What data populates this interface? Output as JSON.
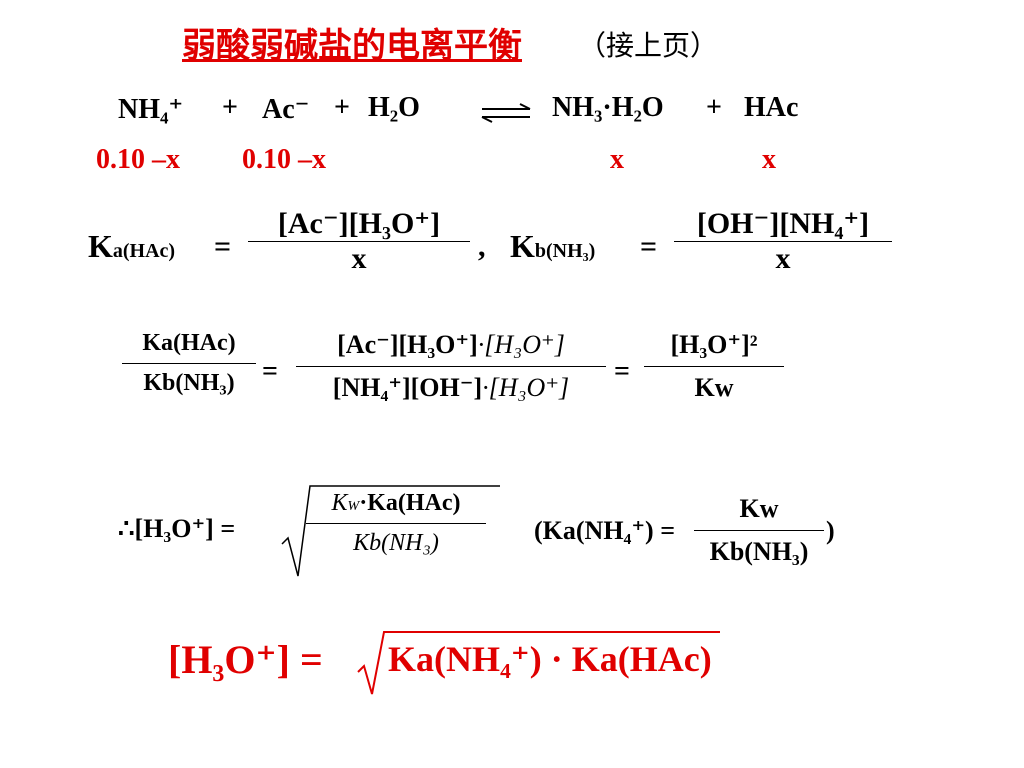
{
  "title": {
    "main": "弱酸弱碱盐的电离平衡",
    "suffix": "（接上页）"
  },
  "reaction": {
    "reactant1": "NH₄⁺",
    "plus1": "+",
    "reactant2": "Ac⁻",
    "plus2": "+",
    "reactant3": "H₂O",
    "product1": "NH₃·H₂O",
    "plus3": "+",
    "product2": "HAc"
  },
  "equilibrium": {
    "c1": "0.10 –x",
    "c2": "0.10 –x",
    "c3": "x",
    "c4": "x"
  },
  "eq1": {
    "ka_sym": "K",
    "ka_sub": "a(HAc)",
    "eq": "=",
    "ka_num": "[Ac⁻][H₃O⁺]",
    "ka_den": "x",
    "comma": ",",
    "kb_sym": "K",
    "kb_sub": "b(NH₃)",
    "kb_num": "[OH⁻][NH₄⁺]",
    "kb_den": "x"
  },
  "eq2": {
    "lhs_num": "Ka(HAc)",
    "lhs_den": "Kb(NH₃)",
    "mid_num": "[Ac⁻][H₃O⁺]",
    "mid_num_extra": "·[H₃O⁺]",
    "mid_den": "[NH₄⁺][OH⁻]",
    "mid_den_extra": "·[H₃O⁺]",
    "rhs_num": "[H₃O⁺]²",
    "rhs_den": "Kw"
  },
  "eq3": {
    "therefore": "∴[H₃O⁺] =",
    "rad_num_kw": "K",
    "rad_num_kw_sub": "W",
    "rad_num_ka": "·Ka(HAc)",
    "rad_den": "Kb(NH₃)",
    "paren_lhs": "(Ka(NH₄⁺) =",
    "paren_num": "Kw",
    "paren_den": "Kb(NH₃)",
    "paren_close": ")"
  },
  "eq4": {
    "lhs": "[H₃O⁺] =",
    "rhs": "Ka(NH₄⁺) · Ka(HAc)"
  }
}
